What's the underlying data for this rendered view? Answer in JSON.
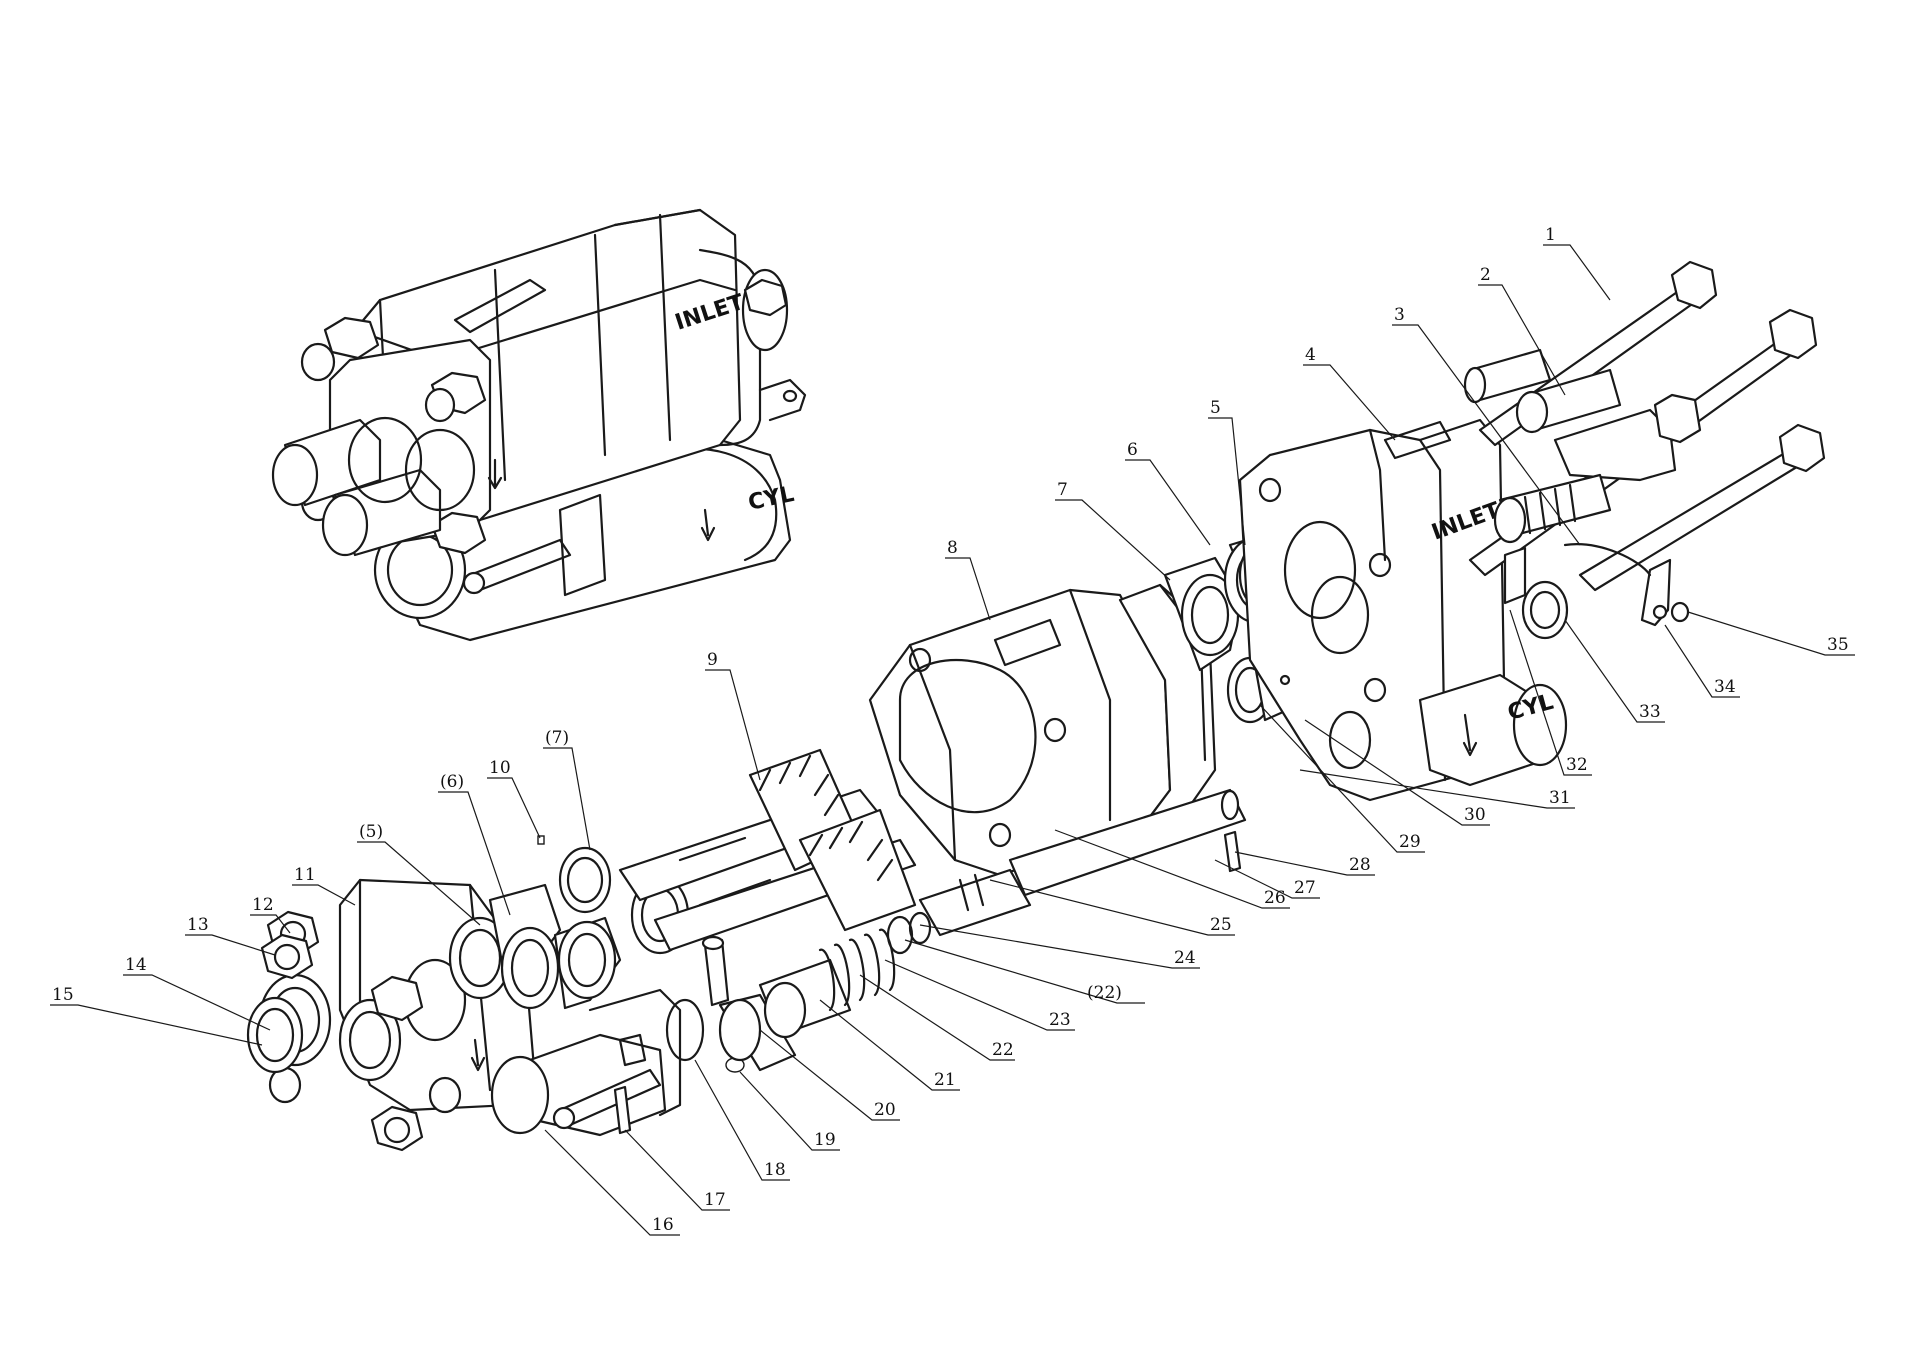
{
  "engraved_marks": {
    "assembled_inlet": "INLET",
    "assembled_cyl": "CYL",
    "body_inlet": "INLET",
    "body_cyl": "CYL"
  },
  "callouts": [
    {
      "id": "c1",
      "label": "1"
    },
    {
      "id": "c2",
      "label": "2"
    },
    {
      "id": "c3",
      "label": "3"
    },
    {
      "id": "c4",
      "label": "4"
    },
    {
      "id": "c5",
      "label": "5"
    },
    {
      "id": "c6",
      "label": "6"
    },
    {
      "id": "c7",
      "label": "7"
    },
    {
      "id": "c8",
      "label": "8"
    },
    {
      "id": "c9",
      "label": "9"
    },
    {
      "id": "c10",
      "label": "10"
    },
    {
      "id": "c7p",
      "label": "(7)"
    },
    {
      "id": "c6p",
      "label": "(6)"
    },
    {
      "id": "c5p",
      "label": "(5)"
    },
    {
      "id": "c11",
      "label": "11"
    },
    {
      "id": "c12",
      "label": "12"
    },
    {
      "id": "c13",
      "label": "13"
    },
    {
      "id": "c14",
      "label": "14"
    },
    {
      "id": "c15",
      "label": "15"
    },
    {
      "id": "c16",
      "label": "16"
    },
    {
      "id": "c17",
      "label": "17"
    },
    {
      "id": "c18",
      "label": "18"
    },
    {
      "id": "c19",
      "label": "19"
    },
    {
      "id": "c20",
      "label": "20"
    },
    {
      "id": "c21",
      "label": "21"
    },
    {
      "id": "c22",
      "label": "22"
    },
    {
      "id": "c23",
      "label": "23"
    },
    {
      "id": "c22p",
      "label": "(22)"
    },
    {
      "id": "c24",
      "label": "24"
    },
    {
      "id": "c25",
      "label": "25"
    },
    {
      "id": "c26",
      "label": "26"
    },
    {
      "id": "c27",
      "label": "27"
    },
    {
      "id": "c28",
      "label": "28"
    },
    {
      "id": "c29",
      "label": "29"
    },
    {
      "id": "c30",
      "label": "30"
    },
    {
      "id": "c31",
      "label": "31"
    },
    {
      "id": "c32",
      "label": "32"
    },
    {
      "id": "c33",
      "label": "33"
    },
    {
      "id": "c34",
      "label": "34"
    },
    {
      "id": "c35",
      "label": "35"
    }
  ]
}
